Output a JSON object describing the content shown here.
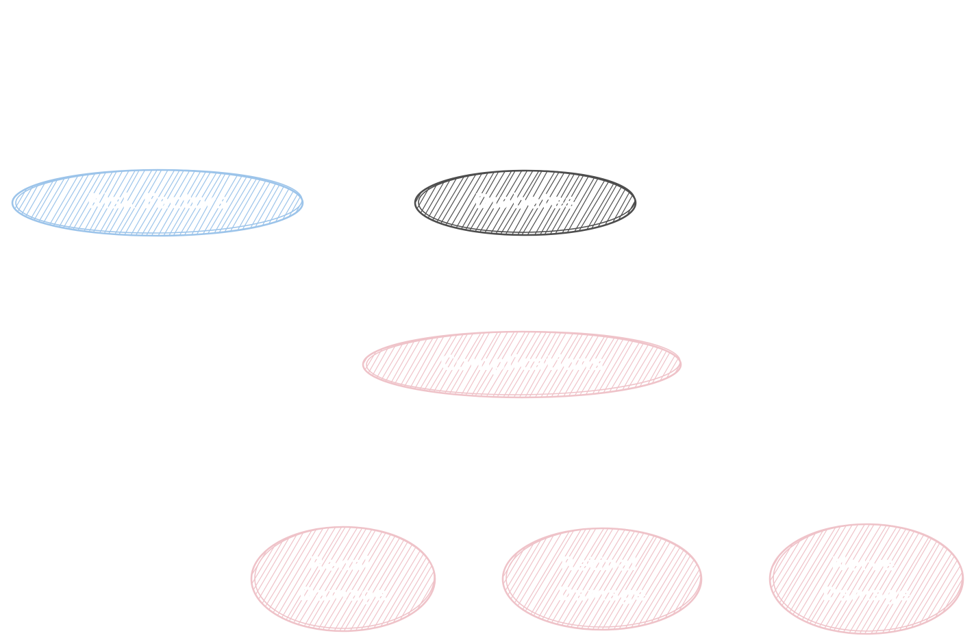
{
  "diagram": {
    "nodes": [
      {
        "id": "node-1",
        "label": "Risk Factors",
        "lines": [
          "Risk Factors"
        ],
        "color": "#9cc4ea"
      },
      {
        "id": "node-2",
        "label": "Diabetes",
        "lines": [
          "Diabetes"
        ],
        "color": "#4d4d4d"
      },
      {
        "id": "node-3",
        "label": "Complications",
        "lines": [
          "Complications"
        ],
        "color": "#efc3c9"
      },
      {
        "id": "node-4",
        "label": "Renal Damage",
        "lines": [
          "Renal",
          "Damage"
        ],
        "color": "#efc3c9"
      },
      {
        "id": "node-5",
        "label": "Retinal Damage",
        "lines": [
          "Retinal",
          "Damage"
        ],
        "color": "#efc3c9"
      },
      {
        "id": "node-6",
        "label": "Nerve Damage",
        "lines": [
          "Nerve",
          "Damage"
        ],
        "color": "#efc3c9"
      }
    ]
  }
}
